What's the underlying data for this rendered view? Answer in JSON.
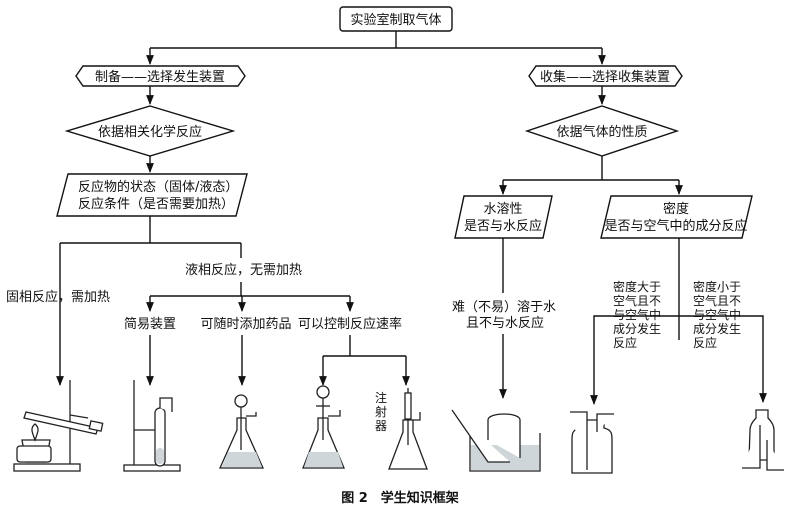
{
  "title": "实验室制取气体",
  "prep": {
    "header": "制备——选择发生装置",
    "decision": "依据相关化学反应",
    "criteria": [
      "反应物的状态（固体/液态）",
      "反应条件（是否需要加热）"
    ],
    "solid_heat": "固相反应，需加热",
    "liquid_noheat": "液相反应，无需加热",
    "options": [
      "简易装置",
      "可随时添加药品",
      "可以控制反应速率"
    ],
    "syringe_label": [
      "注",
      "射",
      "器"
    ]
  },
  "collect": {
    "header": "收集——选择收集装置",
    "decision": "依据气体的性质",
    "solubility": [
      "水溶性",
      "是否与水反应"
    ],
    "density": [
      "密度",
      "是否与空气中的成分反应"
    ],
    "water_method": [
      "难（不易）溶于水",
      "且不与水反应"
    ],
    "denser": [
      "密度大于",
      "空气且不",
      "与空气中",
      "成分发生",
      "反应"
    ],
    "lighter": [
      "密度小于",
      "空气且不",
      "与空气中",
      "成分发生",
      "反应"
    ]
  },
  "caption": "图 2　学生知识框架"
}
